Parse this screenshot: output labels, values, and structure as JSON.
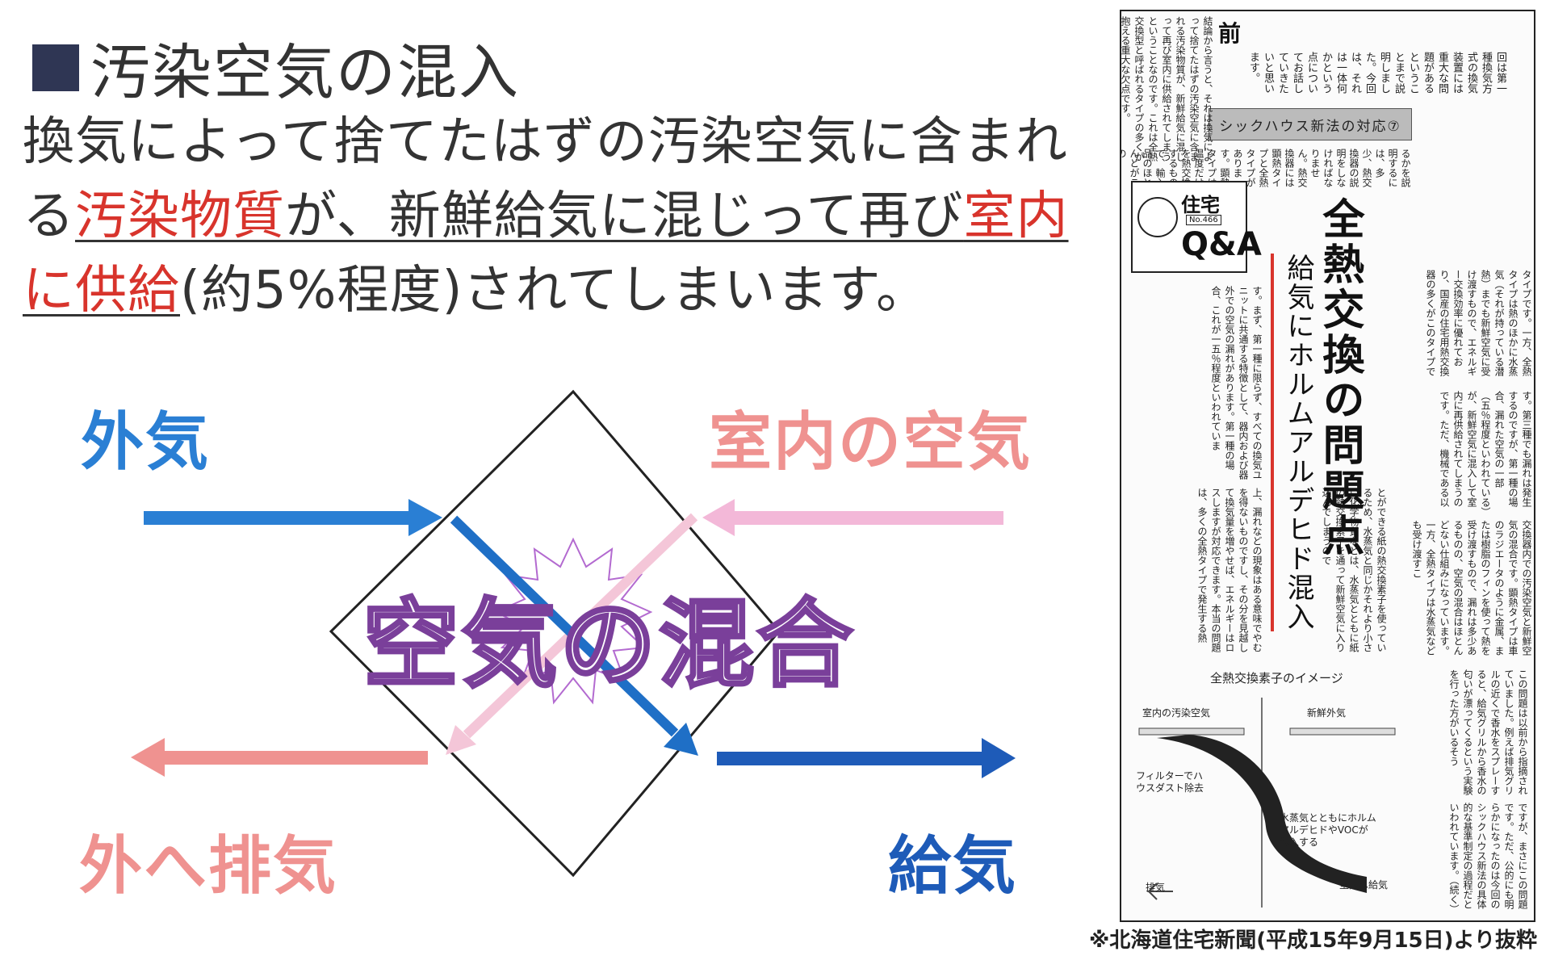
{
  "title": {
    "bullet_icon": "square-bullet-icon",
    "text": "汚染空気の混入"
  },
  "lead": {
    "part1": "換気によって捨てたはずの汚染空気に含まれる",
    "highlight1": "汚染物質",
    "part2": "が、新鮮給気に混じって再び",
    "highlight2": "室内に供給",
    "part3": "(約5%程度)されてしまいます。"
  },
  "diagram": {
    "label_outside_air": "外気",
    "label_indoor_air": "室内の空気",
    "label_exhaust": "外へ排気",
    "label_supply": "給気",
    "mix_label": "空気の混合",
    "colors": {
      "outside_air": "#2a7fd4",
      "indoor_air": "#ef9290",
      "indoor_pale": "#f3b8d8",
      "supply": "#1e5bb8",
      "mix_outline": "#7a3f9a"
    }
  },
  "newspaper": {
    "front_mark": "前",
    "banner": "シックハウス新法の対応⑦",
    "qa_small": "住宅",
    "qa_no": "No.466",
    "qa_big": "Q&A",
    "headline": "全熱交換の問題点",
    "subheadline": "給気にホルムアルデヒド混入",
    "columns": [
      "回は第一種換気方式の換気装置には重大な問題があるということまで説明しました。今回は、それは一体何かという点についてお話していきたいと思います。",
      "結論から言うと、それは換気によって捨てたはずの汚染空気に含まれる汚染物質が、新鮮給気に混じって再び室内に供給されてしまうということなのです。これは全熱交換型と呼ばれるタイプの多くが抱える重大な欠点です。",
      "るかを説明するには、多少、熱交換器の説明をしなければなりません。熱交換器には顕熱タイプと全熱タイプがあります。顕熱タイプは温度だけを熱交換するもので、輸入品のほとんどがこの",
      "タイプです。一方、全熱タイプは熱のほかに水蒸気（それが持っている潜熱）までも新鮮空気に受け渡すもので、エネルギー交換効率に優れており、国産の住宅用熱交換器の多くがこのタイプで",
      "す。第三種でも漏れは発生するのですが、第一種の場合、漏れた空気の一部（五％程度といわれている）が、新鮮空気に混入して室内に再供給されてしまうのです。ただ、機械である以",
      "交換器内での汚染空気と新鮮空気の混合です。顕熱タイプは車のラジエータのように金属、または樹脂のフィンを使って熱を受け渡すもので、漏れは多少あるものの、空気の混合はほとんどない仕組みになっています。一方、全熱タイプは水蒸気なども受け渡すこ",
      "す。まず、第一種に限らず、すべての換気ユニットに共通する特徴として、器内および器外での空気の漏れがあります。第一種の場合、これが一五％程度といわれていま",
      "上、漏れなどの現象はある意味でやむを得ないものですし、その分を見越して換気量を増やせば、エネルギーはロスしますが対応できます。本当の問題は、多くの全熱タイプで発生する熱",
      "とができる紙の熱交換素子を使っているため、水蒸気と同じかそれより小さい化学物質などは、水蒸気とともに紙の熱交換素子を通って新鮮空気に入り込んでしまうので",
      "この問題は以前から指摘されていました。例えば排気グリルの近くで香水をスプレーすると、給気グリルから香水の匂いが漂ってくるという実験を行った方がいるそう",
      "ですが、まさにこの問題です。ただ、公的にも明らかになったのは今回のシックハウス新法の具体的な基準制定の過程だといわれています。（続く）"
    ],
    "figure": {
      "title": "全熱交換素子のイメージ",
      "label_indoor_polluted": "室内の汚染空気",
      "label_fresh_outside": "新鮮外気",
      "label_filter": "フィルターでハウスダスト除去",
      "label_mix": "水蒸気とともにホルムアルデヒドやVOCが混入する",
      "label_exhaust": "排気",
      "label_to_indoor": "室内へ給気"
    },
    "source": "※北海道住宅新聞(平成15年9月15日)より抜粋"
  }
}
